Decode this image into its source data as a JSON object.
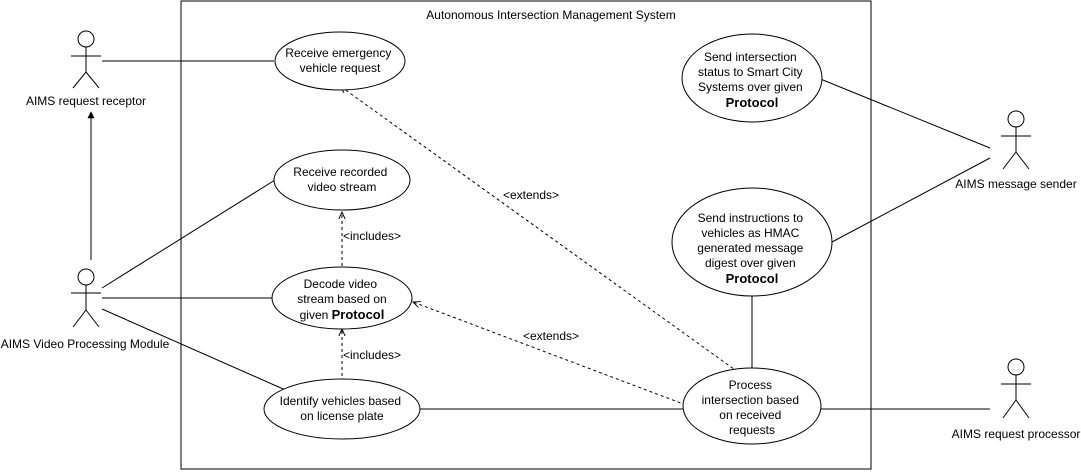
{
  "system": {
    "title": "Autonomous Intersection Management System"
  },
  "actors": {
    "request_receptor": "AIMS request receptor",
    "video_processing": "AIMS Video Processing Module",
    "message_sender": "AIMS message sender",
    "request_processor": "AIMS request processor"
  },
  "use_cases": {
    "receive_emergency": [
      "Receive emergency",
      "vehicle request"
    ],
    "receive_video": [
      "Receive recorded",
      "video stream"
    ],
    "decode_video": {
      "lines": [
        "Decode video",
        "stream based on"
      ],
      "prefix": "given ",
      "emphasis": "Protocol"
    },
    "identify_vehicles": [
      "Identify vehicles based",
      "on license plate"
    ],
    "send_status": {
      "lines": [
        "Send intersection",
        "status to Smart City",
        "Systems over given"
      ],
      "emphasis": "Protocol"
    },
    "send_instructions": {
      "lines": [
        "Send instructions to",
        "vehicles as HMAC",
        "generated message",
        "digest over given"
      ],
      "emphasis": "Protocol"
    },
    "process_intersection": [
      "Process",
      "intersection based",
      "on received",
      "requests"
    ]
  },
  "relations": {
    "extends_upper": "<extends>",
    "extends_lower": "<extends>",
    "includes_upper": "<includes>",
    "includes_lower": "<includes>"
  }
}
